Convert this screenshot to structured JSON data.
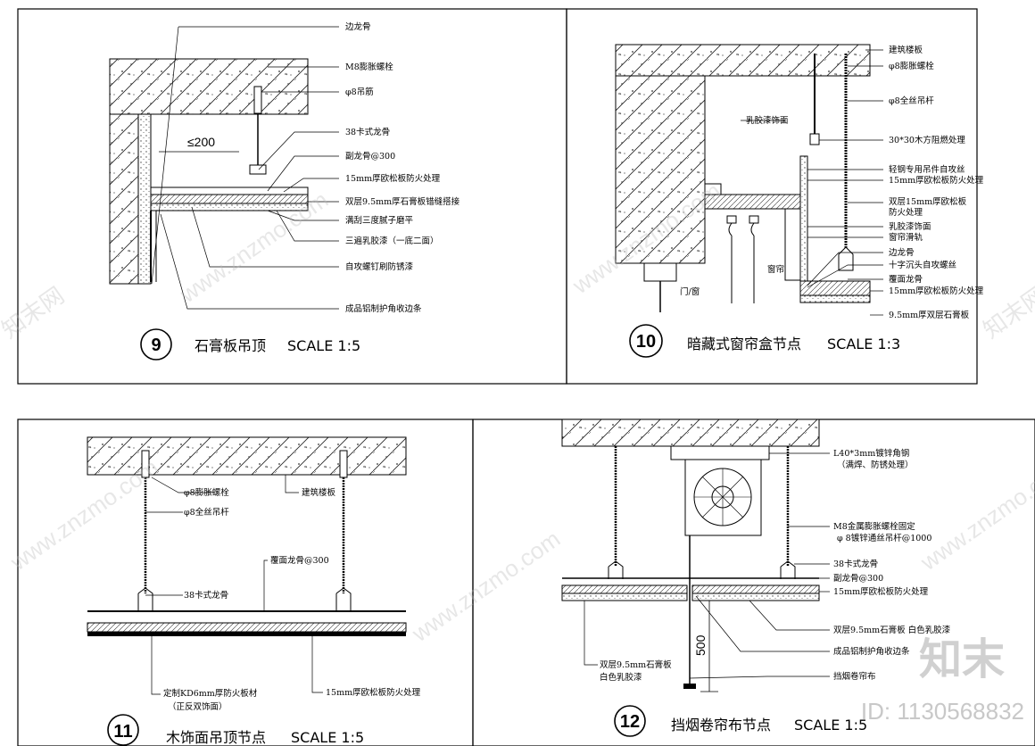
{
  "panels": {
    "d9": {
      "number": "9",
      "title": "石膏板吊顶",
      "scale": "SCALE 1:5",
      "dimension": "≤200",
      "labels": [
        "边龙骨",
        "M8膨胀螺栓",
        "φ8吊筋",
        "38卡式龙骨",
        "副龙骨@300",
        "15mm厚欧松板防火处理",
        "双层9.5mm厚石膏板错缝搭接",
        "满刮三度腻子磨平",
        "三遍乳胶漆（一底二面）",
        "自攻螺钉刷防锈漆",
        "成品铝制护角收边条"
      ]
    },
    "d10": {
      "number": "10",
      "title": "暗藏式窗帘盒节点",
      "scale": "SCALE 1:3",
      "labels": [
        "建筑楼板",
        "φ8膨胀螺栓",
        "φ8全丝吊杆",
        "30*30木方阻燃处理",
        "轻钢专用吊件自攻丝",
        "15mm厚欧松板防火处理",
        "双层15mm厚欧松板",
        "防火处理",
        "乳胶漆饰面",
        "窗帘滑轨",
        "边龙骨",
        "十字沉头自攻螺丝",
        "覆面龙骨",
        "15mm厚欧松板防火处理",
        "9.5mm厚双层石膏板"
      ],
      "inner_labels": [
        "乳胶漆饰面",
        "窗帘",
        "门/窗"
      ]
    },
    "d11": {
      "number": "11",
      "title": "木饰面吊顶节点",
      "scale": "SCALE 1:5",
      "labels": [
        "φ8膨胀螺栓",
        "φ8全丝吊杆",
        "建筑楼板",
        "覆面龙骨@300",
        "38卡式龙骨",
        "定制KD6mm厚防火板材",
        "（正反双饰面）",
        "15mm厚欧松板防火处理"
      ]
    },
    "d12": {
      "number": "12",
      "title": "挡烟卷帘布节点",
      "scale": "SCALE 1:5",
      "dimension": "500",
      "labels": [
        "L40*3mm镀锌角钢",
        "（满焊、防锈处理）",
        "M8金属膨胀螺栓固定",
        "φ 8镀锌通丝吊杆@1000",
        "38卡式龙骨",
        "副龙骨@300",
        "15mm厚欧松板防火处理",
        "双层9.5mm石膏板 白色乳胶漆",
        "成品铝制护角收边条",
        "挡烟卷帘布"
      ],
      "left_labels": [
        "双层9.5mm石膏板",
        "白色乳胶漆"
      ]
    }
  },
  "watermark": {
    "site": "www.znzmo.com",
    "brand": "知末",
    "brand_en": "知末网",
    "id": "ID: 1130568832"
  }
}
